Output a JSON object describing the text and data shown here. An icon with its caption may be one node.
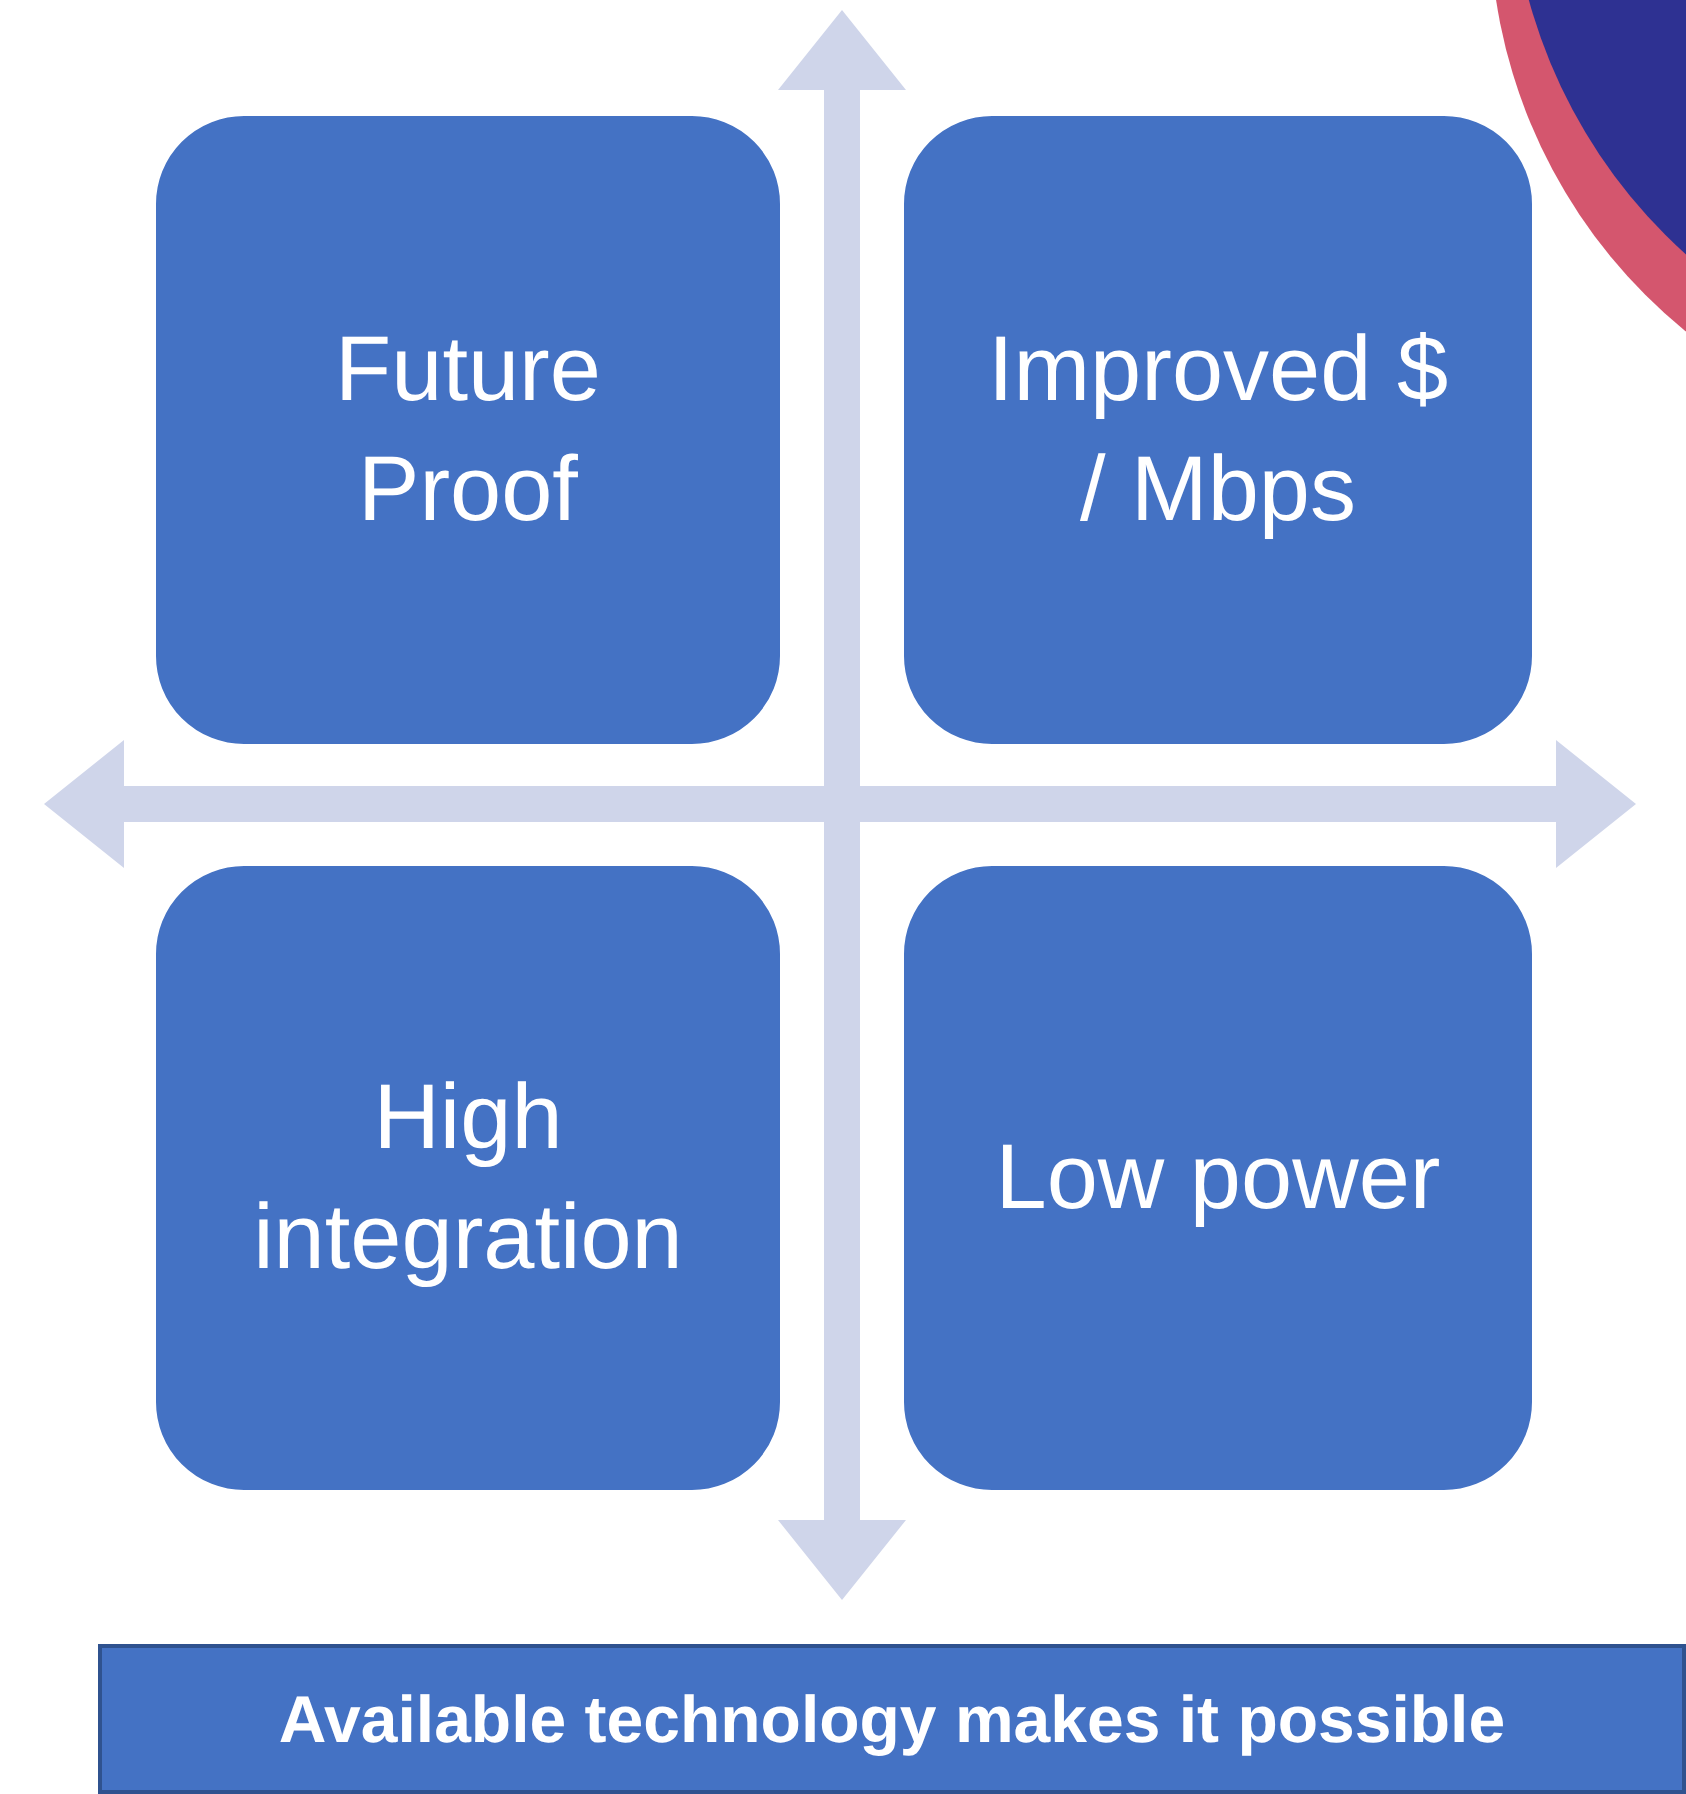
{
  "diagram": {
    "nodes": [
      {
        "text": [
          "Future Proof"
        ]
      },
      {
        "text": [
          "Improved $ / Mbps"
        ]
      },
      {
        "text": [
          "High integration"
        ]
      },
      {
        "text": [
          "Low power"
        ]
      },
      {
        "text": [
          "Available technology makes it possible"
        ]
      }
    ]
  }
}
